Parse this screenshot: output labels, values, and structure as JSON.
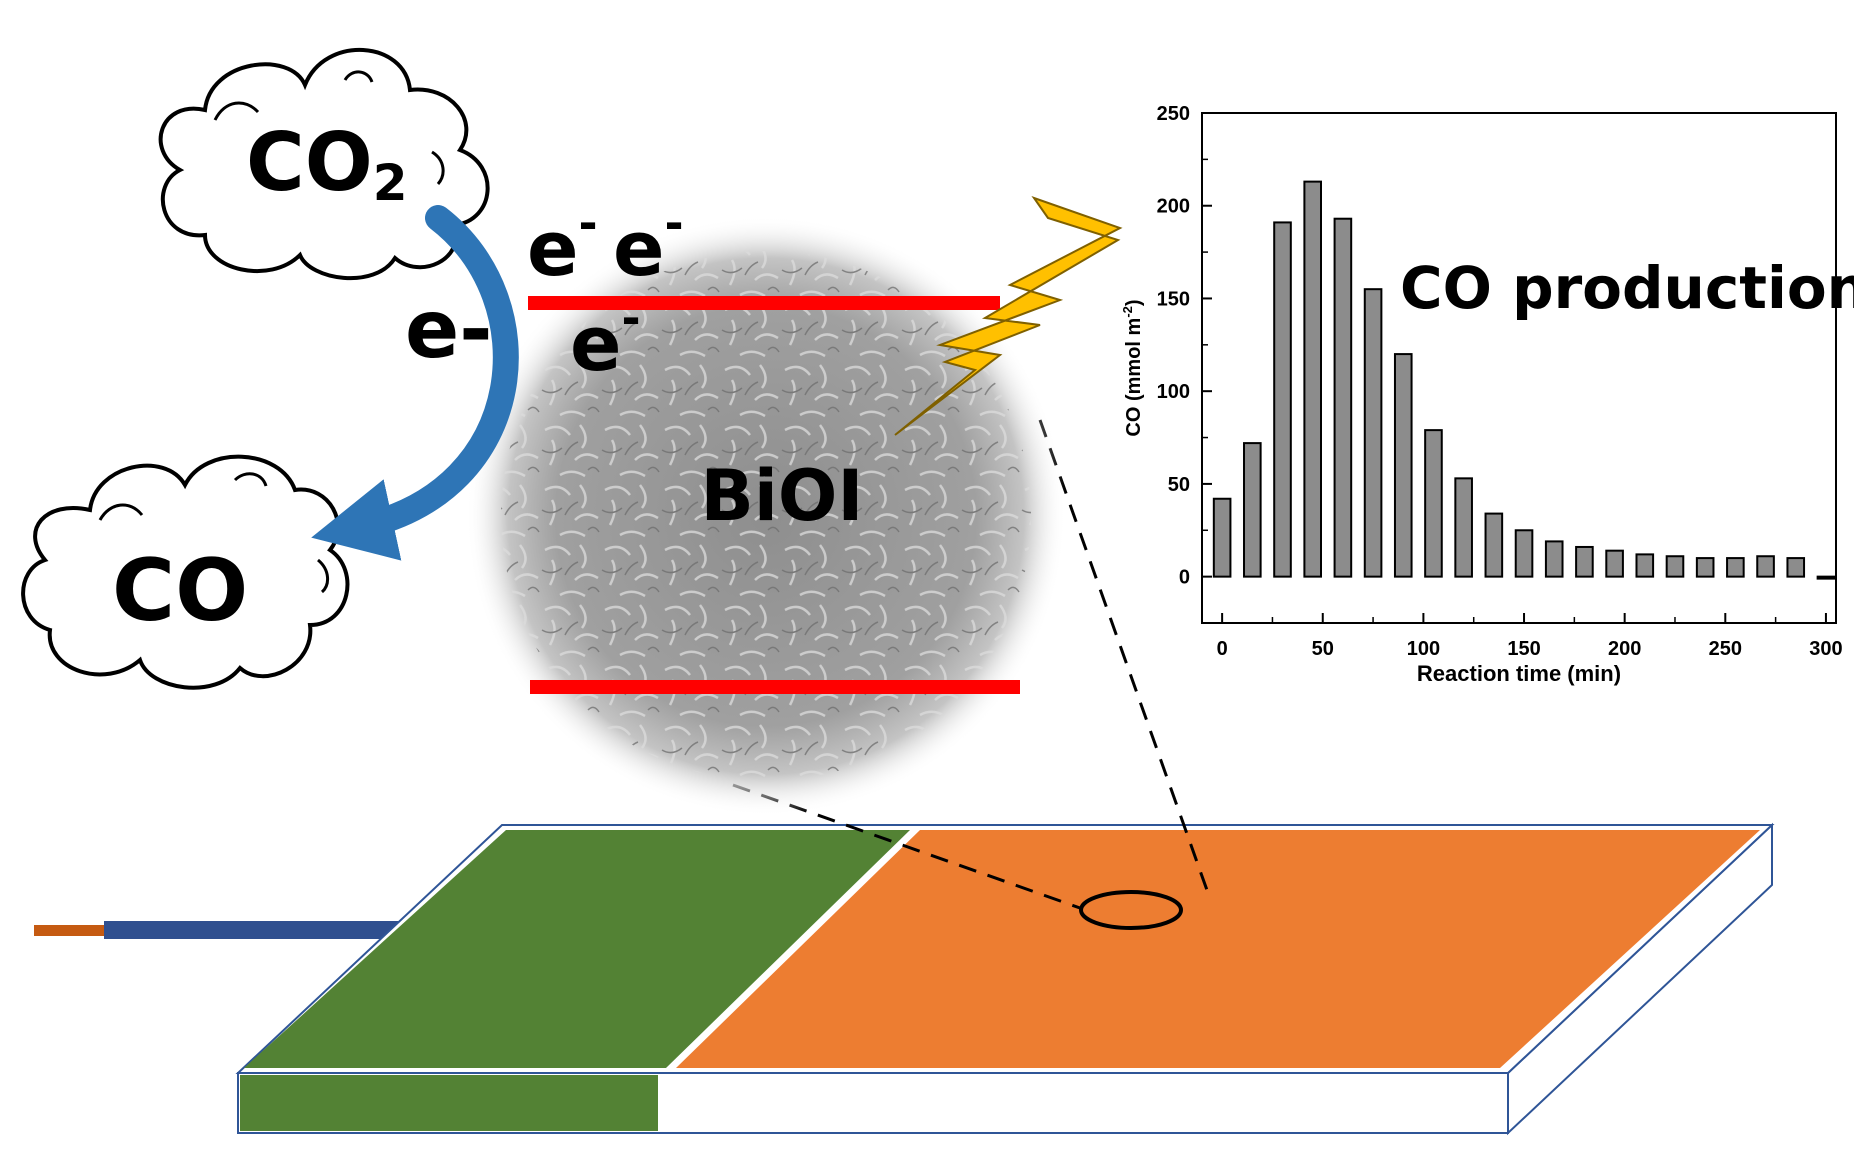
{
  "labels": {
    "co2": "CO",
    "co2_sub": "2",
    "co": "CO",
    "electron_arrow": "e-",
    "electron": "e",
    "electron_sup": "-",
    "material": "BiOI",
    "production": "CO production"
  },
  "colors": {
    "green_electrode": "#538234",
    "orange_film": "#ed7d31",
    "arrow_blue": "#2e75b6",
    "band_red": "#ff0000",
    "lightning": "#ffc000",
    "bar_fill": "#8c8c8c"
  },
  "chart_data": {
    "type": "bar",
    "xlabel": "Reaction time (min)",
    "ylabel_main": "CO (mmol m",
    "ylabel_sup": "-2",
    "ylabel_end": ")",
    "xlim": [
      -10,
      305
    ],
    "ylim": [
      -25,
      250
    ],
    "xticks": [
      0,
      50,
      100,
      150,
      200,
      250,
      300
    ],
    "yticks": [
      0,
      50,
      100,
      150,
      200,
      250
    ],
    "x": [
      0,
      15,
      30,
      45,
      60,
      75,
      90,
      105,
      120,
      135,
      150,
      165,
      180,
      195,
      210,
      225,
      240,
      255,
      270,
      285,
      300
    ],
    "values": [
      42,
      72,
      191,
      213,
      193,
      155,
      120,
      79,
      53,
      34,
      25,
      19,
      16,
      14,
      12,
      11,
      10,
      10,
      11,
      10,
      0
    ]
  }
}
